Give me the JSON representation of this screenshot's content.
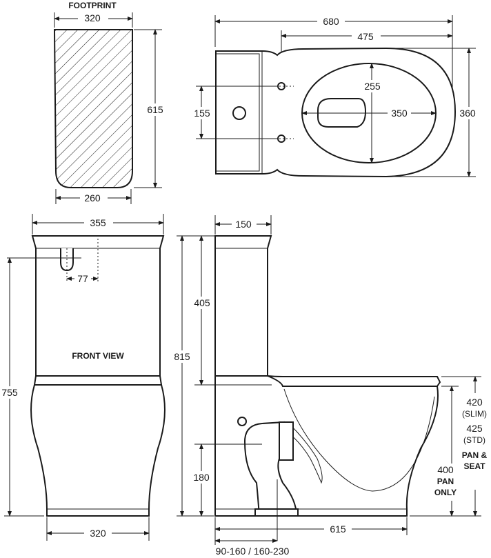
{
  "labels": {
    "footprint_title": "FOOTPRINT",
    "front_view_title": "FRONT VIEW"
  },
  "footprint": {
    "top_width": "320",
    "height": "615",
    "bottom_width": "260"
  },
  "top_view": {
    "overall_length": "680",
    "pan_length": "475",
    "seat_depth": "255",
    "hole_spacing": "155",
    "seat_width": "350",
    "overall_width": "360"
  },
  "front_view": {
    "cistern_width": "355",
    "inlet_offset": "77",
    "height": "755",
    "base_width": "320"
  },
  "side_view": {
    "cistern_depth": "150",
    "cistern_height": "405",
    "overall_height": "815",
    "outlet_height": "180",
    "base_depth": "615",
    "setout_range": "90-160 / 160-230",
    "seat_height_slim": "420",
    "slim_label": "(SLIM)",
    "seat_height_std": "425",
    "std_label": "(STD)",
    "pan_seat_label_1": "PAN &",
    "pan_seat_label_2": "SEAT",
    "pan_only_height": "400",
    "pan_only_label_1": "PAN",
    "pan_only_label_2": "ONLY"
  }
}
